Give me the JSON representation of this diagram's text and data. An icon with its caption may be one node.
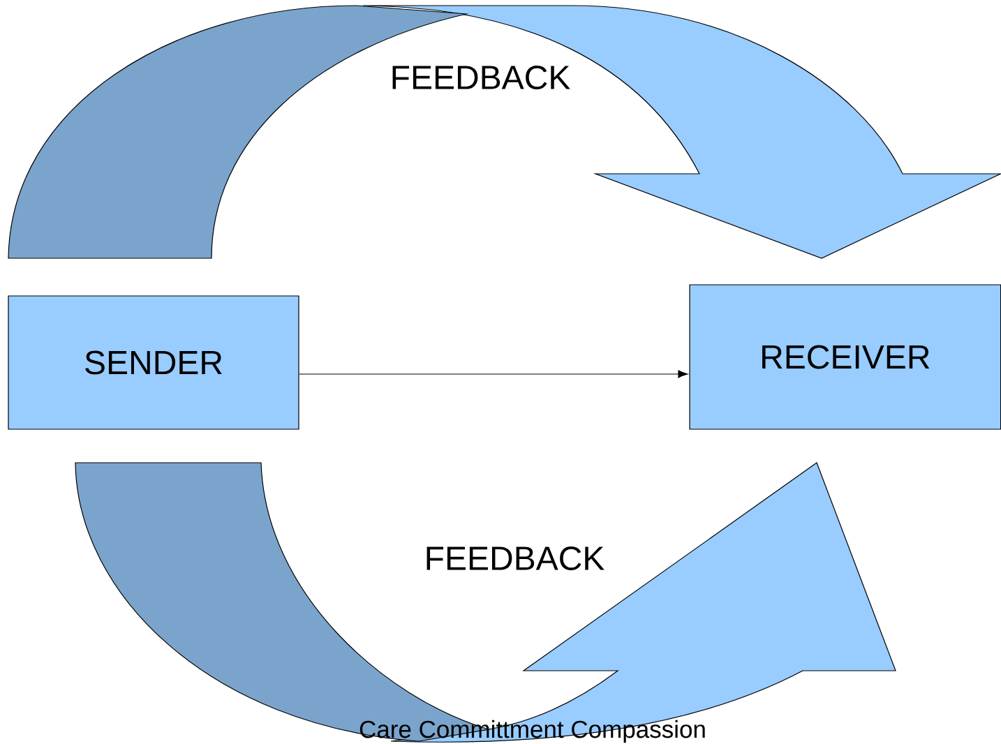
{
  "diagram": {
    "caption": "Care Committment Compassion",
    "nodes": [
      {
        "text": [
          "SENDER"
        ]
      },
      {
        "text": [
          "RECEIVER"
        ]
      }
    ],
    "edges": [
      {
        "from": 0,
        "to": 1,
        "arrow": "to"
      }
    ],
    "labels": [
      "FEEDBACK",
      "FEEDBACK"
    ]
  }
}
